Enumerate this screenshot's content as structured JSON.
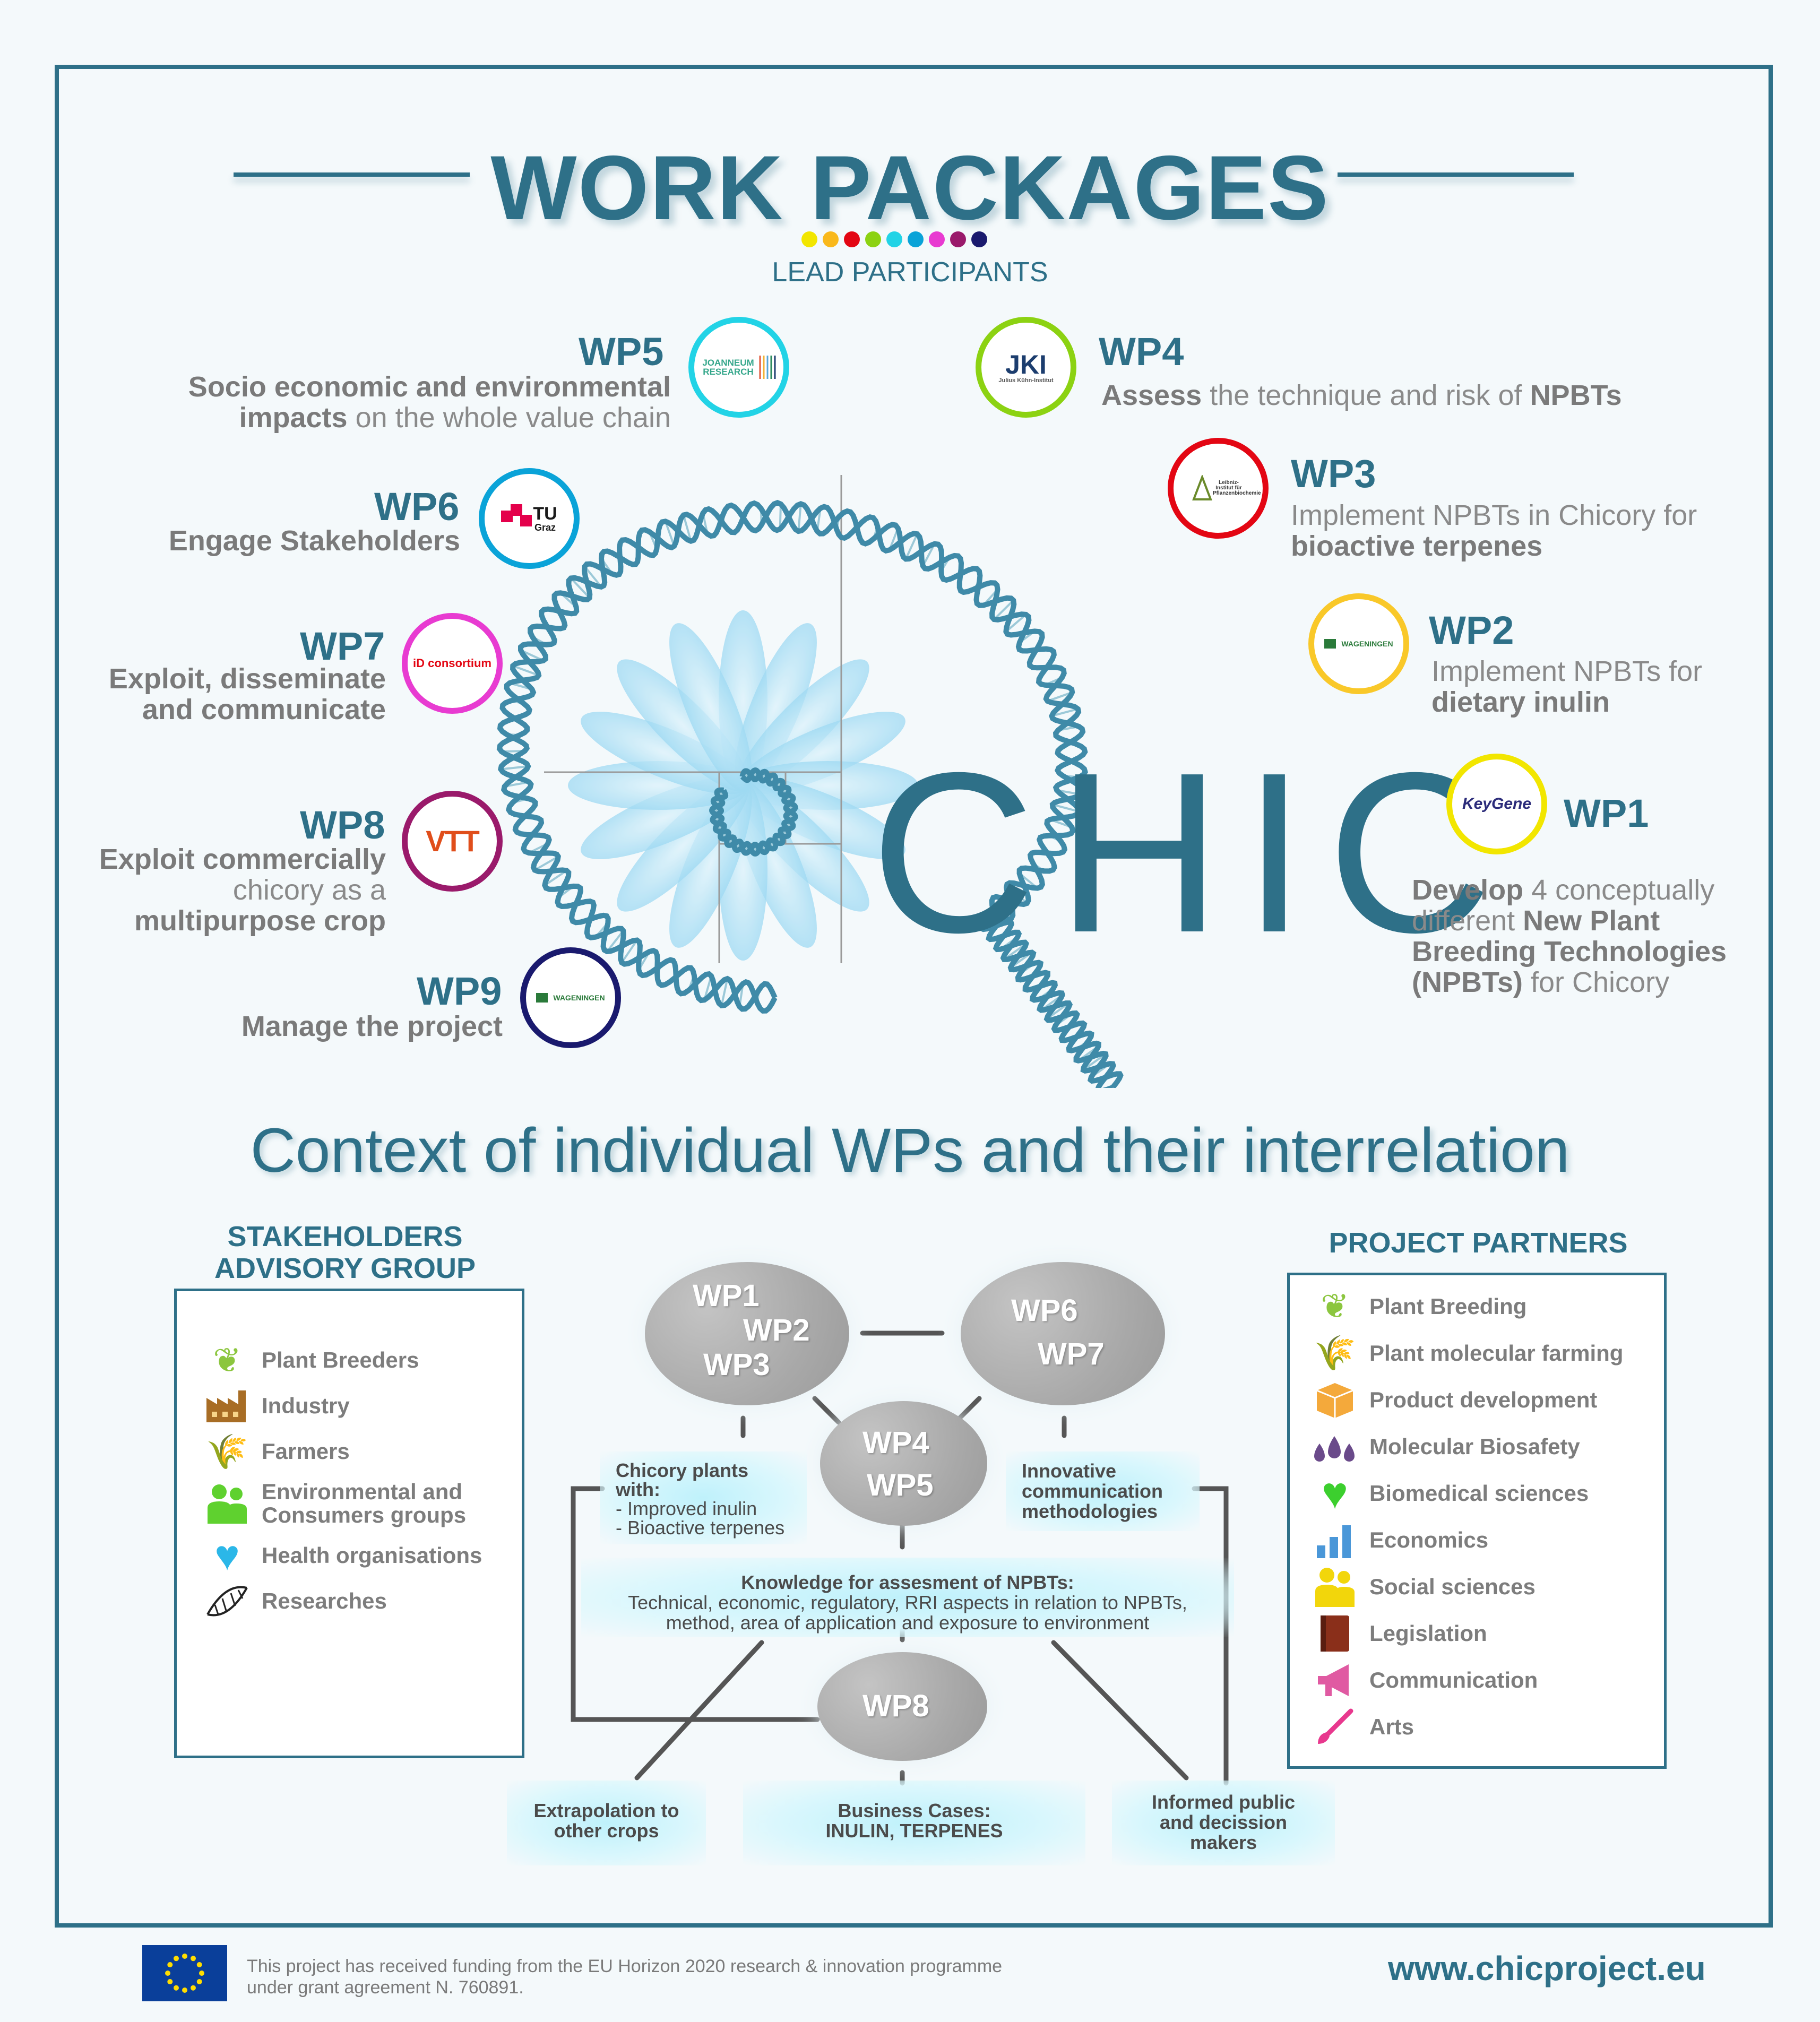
{
  "title": "WORK PACKAGES",
  "subtitle": "LEAD PARTICIPANTS",
  "colors": {
    "primary": "#2e7088",
    "dots": [
      "#f2e600",
      "#f9b81b",
      "#e30613",
      "#8cd212",
      "#22d3e6",
      "#0aa3d8",
      "#e83bd1",
      "#9a1a6b",
      "#1a1a6e"
    ]
  },
  "work_packages": [
    {
      "id": "WP5",
      "desc_bold1": "Socio economic and environmental",
      "desc_bold2": "impacts",
      "desc_rest": " on the whole value chain",
      "logo": "JOANNEUM RESEARCH",
      "color": "#22d3e6"
    },
    {
      "id": "WP4",
      "desc_bold1": "Assess",
      "desc_rest": " the technique and risk of ",
      "desc_bold2": "NPBTs",
      "logo": "JKI",
      "logo_sub": "Julius Kühn-Institut",
      "color": "#8cd212"
    },
    {
      "id": "WP6",
      "desc": "Engage Stakeholders",
      "logo": "TU",
      "logo_sub": "Graz",
      "color": "#0aa3d8"
    },
    {
      "id": "WP3",
      "desc_line1": "Implement NPBTs in Chicory for",
      "desc_bold": "bioactive terpenes",
      "logo": "Leibniz-Institut für Pflanzenbiochemie",
      "color": "#e30613"
    },
    {
      "id": "WP7",
      "desc_line1": "Exploit, disseminate",
      "desc_line2": "and communicate",
      "logo": "iD consortium",
      "color": "#e83bd1"
    },
    {
      "id": "WP2",
      "desc_line1": "Implement NPBTs for",
      "desc_bold": "dietary inulin",
      "logo": "WAGENINGEN",
      "color": "#f9c829"
    },
    {
      "id": "WP8",
      "desc_bold1": "Exploit commercially",
      "desc_line2": "chicory as a",
      "desc_bold3": "multipurpose crop",
      "logo": "VTT",
      "color": "#9a1a6b"
    },
    {
      "id": "WP1",
      "desc_b1": "Develop",
      "desc_r1": " 4 conceptually",
      "desc_r2": "different ",
      "desc_b2": "New Plant",
      "desc_b3": "Breeding Technologies",
      "desc_b4": "(NPBTs)",
      "desc_r3": " for Chicory",
      "logo": "KeyGene",
      "color": "#f2e600"
    },
    {
      "id": "WP9",
      "desc": "Manage the project",
      "logo": "WAGENINGEN",
      "color": "#1a1a6e"
    }
  ],
  "chic_text": "CHIC",
  "context_title": "Context of individual WPs and their interrelation",
  "stakeholders": {
    "title_line1": "STAKEHOLDERS",
    "title_line2": "ADVISORY GROUP",
    "items": [
      {
        "label": "Plant Breeders",
        "icon": "leaf-icon"
      },
      {
        "label": "Industry",
        "icon": "factory-icon"
      },
      {
        "label": "Farmers",
        "icon": "wheat-icon"
      },
      {
        "label1": "Environmental and",
        "label2": "Consumers groups",
        "icon": "people-icon"
      },
      {
        "label": "Health organisations",
        "icon": "heart-icon"
      },
      {
        "label": "Researches",
        "icon": "dna-icon"
      }
    ]
  },
  "partners": {
    "title": "PROJECT  PARTNERS",
    "items": [
      {
        "label": "Plant Breeding",
        "icon": "leaf-icon"
      },
      {
        "label": "Plant molecular farming",
        "icon": "wheat-icon"
      },
      {
        "label": "Product development",
        "icon": "box-icon"
      },
      {
        "label": "Molecular Biosafety",
        "icon": "drops-icon"
      },
      {
        "label": "Biomedical sciences",
        "icon": "heart-icon"
      },
      {
        "label": "Economics",
        "icon": "bar-chart-icon"
      },
      {
        "label": "Social sciences",
        "icon": "people-icon"
      },
      {
        "label": "Legislation",
        "icon": "book-icon"
      },
      {
        "label": "Communication",
        "icon": "megaphone-icon"
      },
      {
        "label": "Arts",
        "icon": "brush-icon"
      }
    ]
  },
  "diagram": {
    "e1": [
      "WP1",
      "WP2",
      "WP3"
    ],
    "e2": [
      "WP6",
      "WP7"
    ],
    "e3": [
      "WP4",
      "WP5"
    ],
    "e4": [
      "WP8"
    ],
    "chicory": {
      "line1": "Chicory plants",
      "line2": "with:",
      "b1": "-  Improved inulin",
      "b2": "-  Bioactive terpenes"
    },
    "innov": [
      "Innovative",
      "communication",
      "methodologies"
    ],
    "knowledge": {
      "title": "Knowledge for assesment of NPBTs:",
      "line1": "Technical, economic, regulatory, RRI aspects in relation to NPBTs,",
      "line2": "method, area of application and exposure to environment"
    },
    "extrap": [
      "Extrapolation to",
      "other crops"
    ],
    "business": [
      "Business Cases:",
      "INULIN, TERPENES"
    ],
    "informed": [
      "Informed public",
      "and decission",
      "makers"
    ]
  },
  "footer": {
    "line1": "This project has received funding from the EU Horizon 2020 research & innovation programme",
    "line2": "under grant agreement N. 760891.",
    "url": "www.chicproject.eu"
  }
}
